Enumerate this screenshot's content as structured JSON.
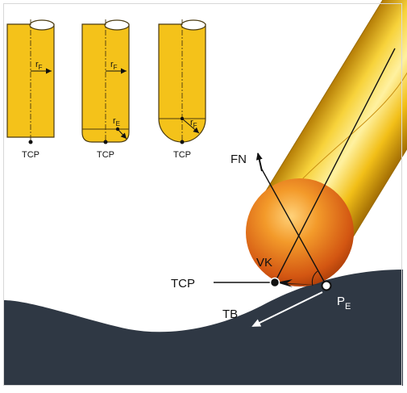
{
  "small_tools": [
    {
      "tcp_label": "TCP",
      "rf_label": "r",
      "rf_sub": "F"
    },
    {
      "tcp_label": "TCP",
      "rf_label": "r",
      "rf_sub": "F",
      "re_label": "r",
      "re_sub": "E"
    },
    {
      "tcp_label": "TCP",
      "rf_label": "r",
      "rf_sub": "F"
    }
  ],
  "main": {
    "fn_label": "FN",
    "vk_label": "VK",
    "tcp_label": "TCP",
    "tb_label": "TB",
    "pe_label": "P",
    "pe_sub": "E"
  },
  "colors": {
    "tool_yellow": "#f4c21a",
    "tool_outline": "#4a3a10",
    "ball_orange": "#e0661a",
    "workpiece": "#2f3844",
    "arrow": "#111111",
    "arrow_red": "#cc1010"
  }
}
